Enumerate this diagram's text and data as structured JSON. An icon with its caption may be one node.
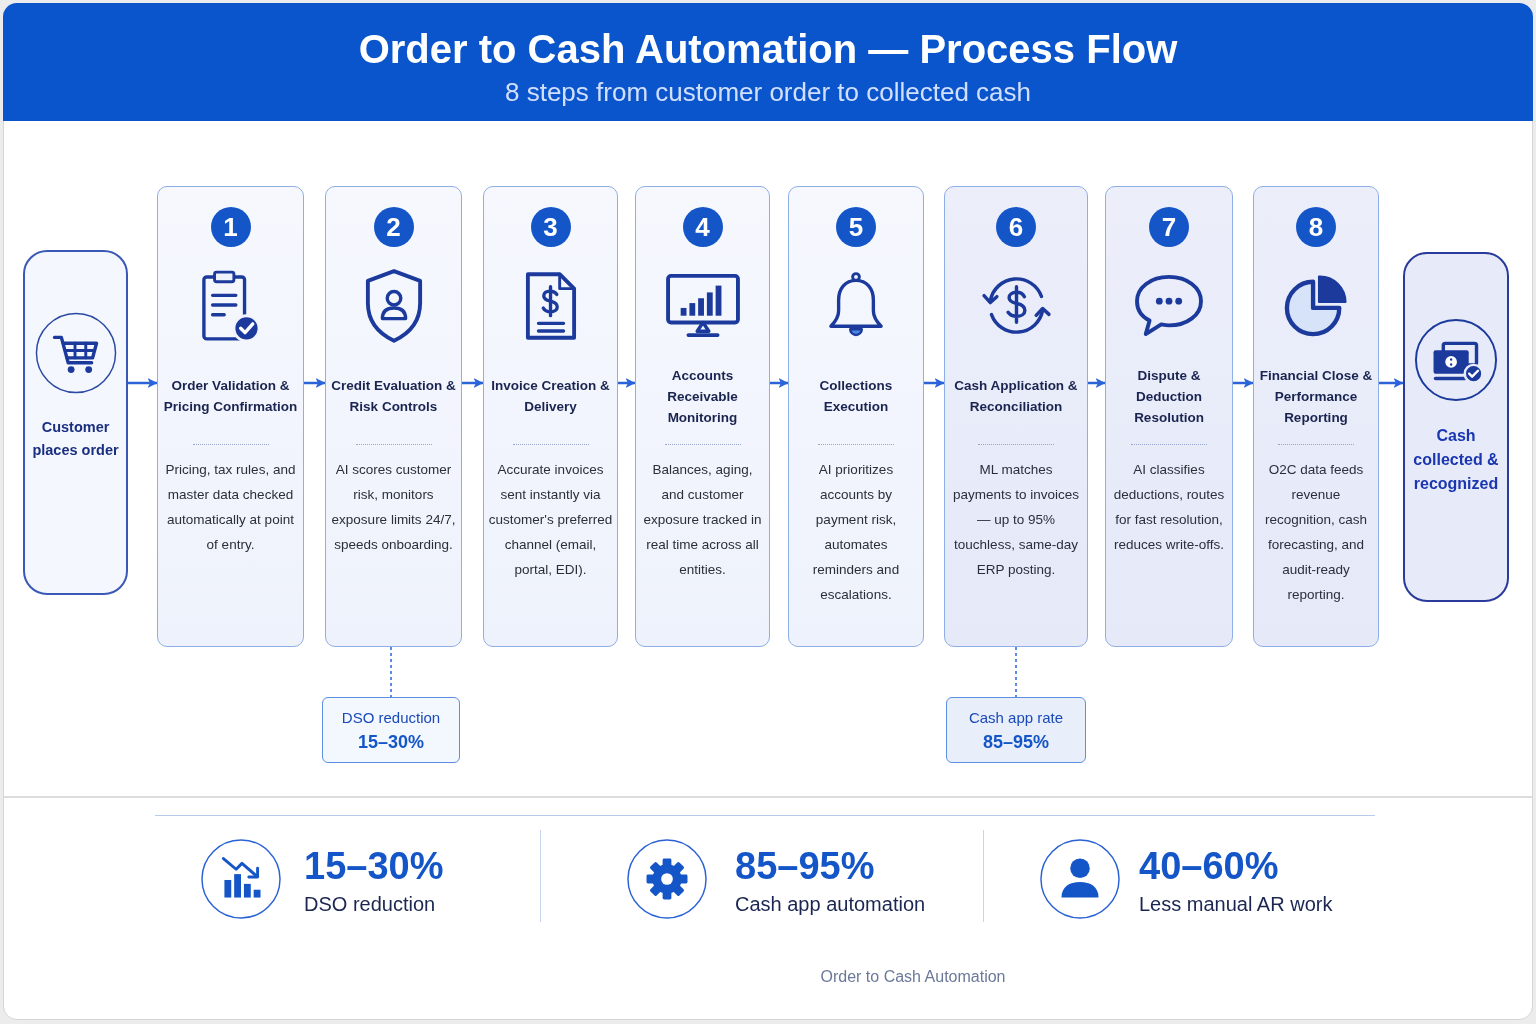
{
  "diagram": {
    "title": "Order to Cash Automation — Process Flow",
    "nodes": [
      {
        "text": [
          "Customer places order"
        ]
      },
      {
        "text": [
          "1",
          "Order Validation & Pricing Confirmation",
          "Pricing, tax rules, and master data checked automatically at point of entry."
        ]
      },
      {
        "text": [
          "2",
          "Credit Evaluation & Risk Controls",
          "AI scores customer risk, monitors exposure limits 24/7, speeds onboarding."
        ]
      },
      {
        "text": [
          "3",
          "Invoice Creation & Delivery",
          "Accurate invoices sent instantly via customer's preferred channel (email, portal, EDI)."
        ]
      },
      {
        "text": [
          "4",
          "Accounts Receivable Monitoring",
          "Balances, aging, and customer exposure tracked in real time across all entities."
        ]
      },
      {
        "text": [
          "5",
          "Collections Execution",
          "AI prioritizes accounts by payment risk, automates reminders and escalations."
        ]
      },
      {
        "text": [
          "6",
          "Cash Application & Reconciliation",
          "ML matches payments to invoices — up to 95% touchless, same-day ERP posting."
        ]
      },
      {
        "text": [
          "7",
          "Dispute & Deduction Resolution",
          "AI classifies deductions, routes for fast resolution, reduces write-offs."
        ]
      },
      {
        "text": [
          "8",
          "Financial Close & Performance Reporting",
          "O2C data feeds revenue recognition, cash forecasting, and audit-ready reporting."
        ]
      },
      {
        "text": [
          "Cash collected & recognized"
        ]
      },
      {
        "text": [
          "DSO reduction",
          "15–30%"
        ]
      },
      {
        "text": [
          "Cash app rate",
          "85–95%"
        ]
      }
    ],
    "edges": [
      {
        "from": 0,
        "to": 1,
        "arrow": "to"
      },
      {
        "from": 1,
        "to": 2,
        "arrow": "to"
      },
      {
        "from": 2,
        "to": 3,
        "arrow": "to"
      },
      {
        "from": 3,
        "to": 4,
        "arrow": "to"
      },
      {
        "from": 4,
        "to": 5,
        "arrow": "to"
      },
      {
        "from": 5,
        "to": 6,
        "arrow": "to"
      },
      {
        "from": 6,
        "to": 7,
        "arrow": "to"
      },
      {
        "from": 7,
        "to": 8,
        "arrow": "to"
      },
      {
        "from": 8,
        "to": 9,
        "arrow": "to"
      },
      {
        "from": 2,
        "to": 10,
        "arrow": "none",
        "style": "dashed"
      },
      {
        "from": 6,
        "to": 11,
        "arrow": "none",
        "style": "dashed"
      }
    ],
    "labels": [
      "8 steps from customer order to collected cash",
      "15–30%",
      "DSO reduction",
      "85–95%",
      "Cash app automation",
      "40–60%",
      "Less manual AR work",
      "Order to Cash Automation"
    ]
  }
}
